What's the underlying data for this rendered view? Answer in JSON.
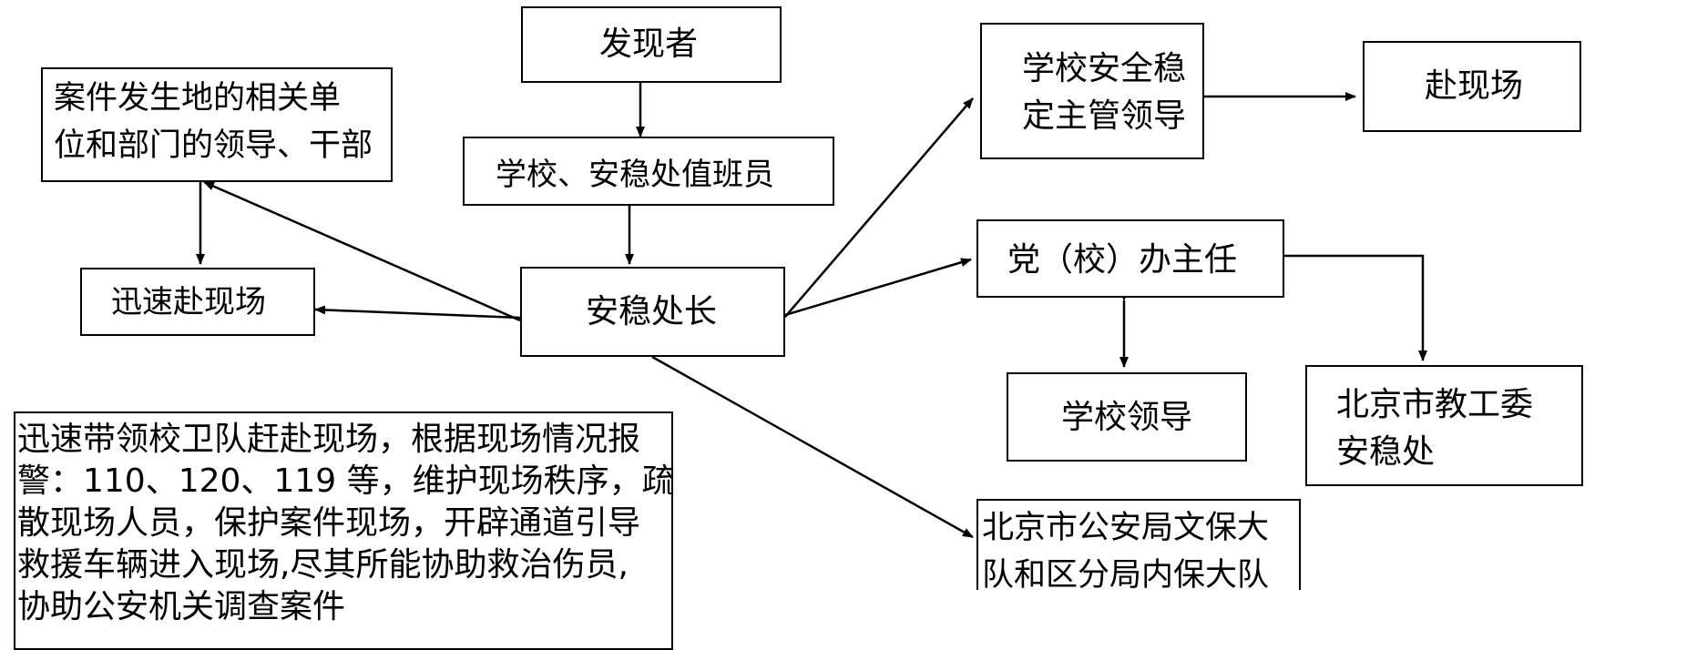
{
  "nodes": {
    "discoverer": "发现者",
    "duty_officer": "学校、安稳处值班员",
    "security_director": "安稳处长",
    "site_unit_leaders": "案件发生地的相关单\n位和部门的领导、干部",
    "rush_to_scene_left": "迅速赴现场",
    "safety_leader": "学校安全稳\n定主管领导",
    "rush_to_scene_right": "赴现场",
    "office_director": "党（校）办主任",
    "school_leaders": "学校领导",
    "beijing_education_committee": "北京市教工委\n安稳处",
    "beijing_police": "北京市公安局文保大\n队和区分局内保大队"
  },
  "instructions_note": "迅速带领校卫队赶赴现场，根据现场情况报\n警：110、120、119 等，维护现场秩序，疏\n散现场人员，保护案件现场，开辟通道引导\n救援车辆进入现场,尽其所能协助救治伤员,\n协助公安机关调查案件"
}
